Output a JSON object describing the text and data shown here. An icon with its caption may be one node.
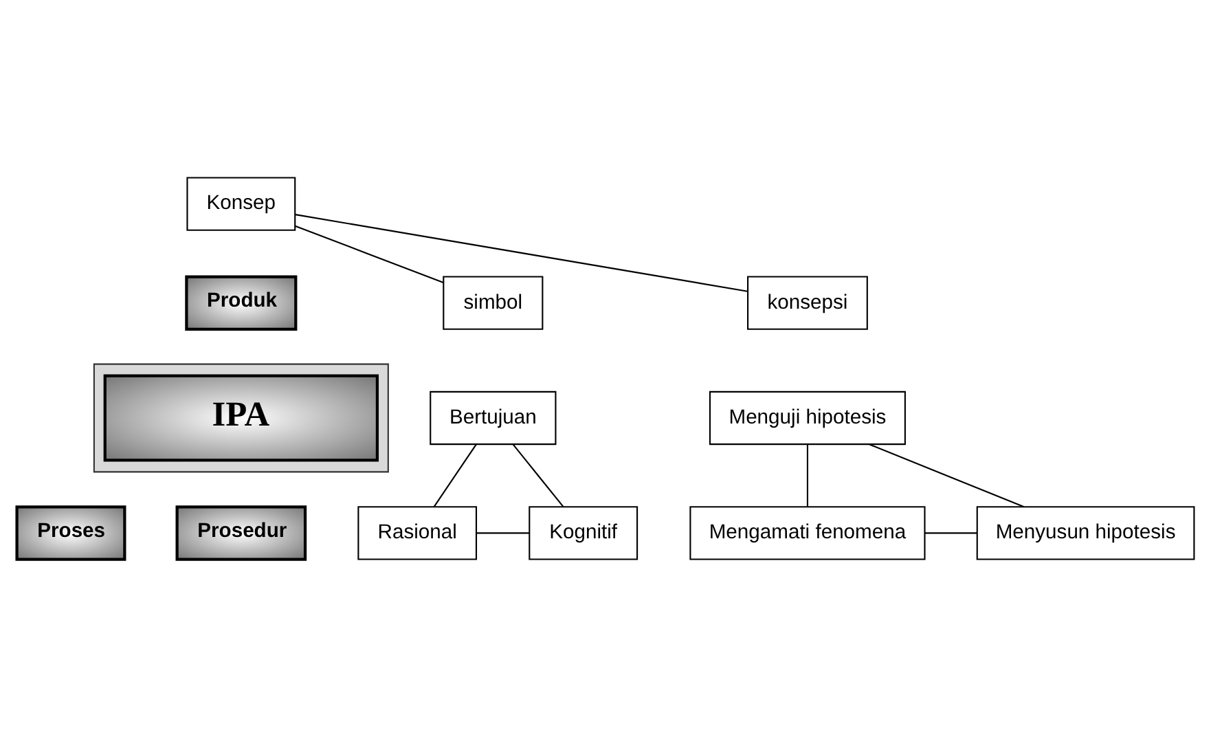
{
  "diagram": {
    "nodes": [
      {
        "text": [],
        "shape": "triangle"
      },
      {
        "text": [
          "IPA"
        ],
        "in": 0
      },
      {
        "text": [
          "Konsep"
        ]
      },
      {
        "text": [
          "Produk"
        ]
      },
      {
        "text": [
          "simbol"
        ]
      },
      {
        "text": [
          "konsepsi"
        ]
      },
      {
        "text": [
          "Bertujuan"
        ]
      },
      {
        "text": [
          "Menguji hipotesis"
        ]
      },
      {
        "text": [
          "Proses"
        ]
      },
      {
        "text": [
          "Prosedur"
        ]
      },
      {
        "text": [
          "Rasional"
        ]
      },
      {
        "text": [
          "Kognitif"
        ]
      },
      {
        "text": [
          "Mengamati fenomena"
        ]
      },
      {
        "text": [
          "Menyusun hipotesis"
        ]
      }
    ],
    "edges": [
      {
        "from": 2,
        "to": 4,
        "arrow": "none"
      },
      {
        "from": 2,
        "to": 5,
        "arrow": "none"
      },
      {
        "from": 6,
        "to": 10,
        "arrow": "none"
      },
      {
        "from": 6,
        "to": 11,
        "arrow": "none"
      },
      {
        "from": 10,
        "to": 11,
        "arrow": "none"
      },
      {
        "from": 7,
        "to": 13,
        "arrow": "none"
      },
      {
        "from": 12,
        "to": 7,
        "arrow": "none"
      },
      {
        "from": 12,
        "to": 13,
        "arrow": "none"
      }
    ]
  }
}
